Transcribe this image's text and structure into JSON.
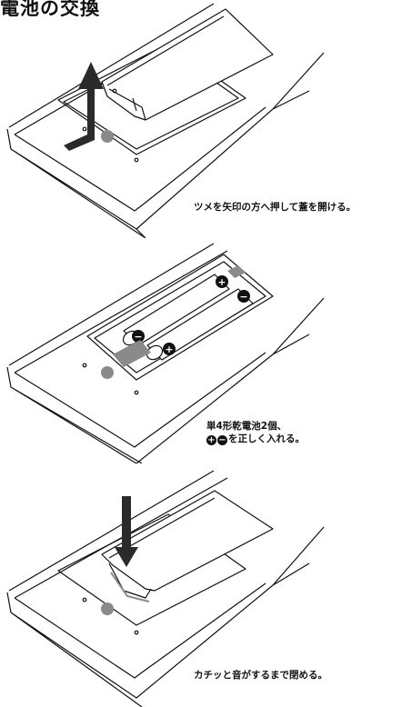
{
  "title": "電池の交換",
  "steps": [
    {
      "caption": "ツメを矢印の方へ押して蓋を開ける。"
    },
    {
      "caption_line1": "単4形乾電池2個、",
      "caption_line2": "を正しく入れる。",
      "plus_symbol": "+",
      "minus_symbol": "−"
    },
    {
      "caption": "カチッと音がするまで閉める。"
    }
  ],
  "colors": {
    "line": "#111111",
    "fill": "#ffffff",
    "shade": "#8a8a8a",
    "dark": "#2a2a2a"
  }
}
